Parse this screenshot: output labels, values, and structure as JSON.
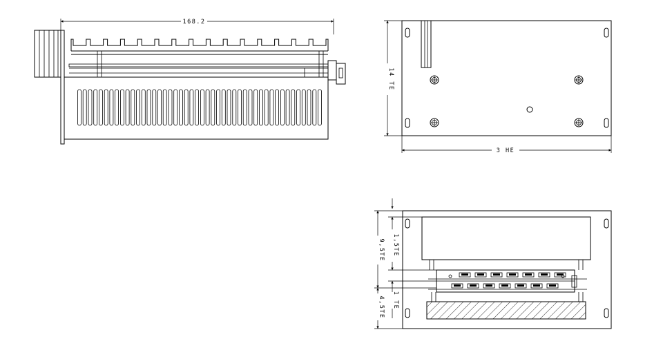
{
  "drawing": {
    "side_view": {
      "width_label": "168.2"
    },
    "front_view": {
      "height_label": "14 TE",
      "width_label": "3 HE"
    },
    "bottom_view": {
      "label_9_5": "9,5TE",
      "label_4_5": "4,5TE",
      "label_1_5": "1,5TE",
      "label_1": "1 TE"
    }
  },
  "colors": {
    "line": "#000000",
    "background": "#ffffff"
  }
}
